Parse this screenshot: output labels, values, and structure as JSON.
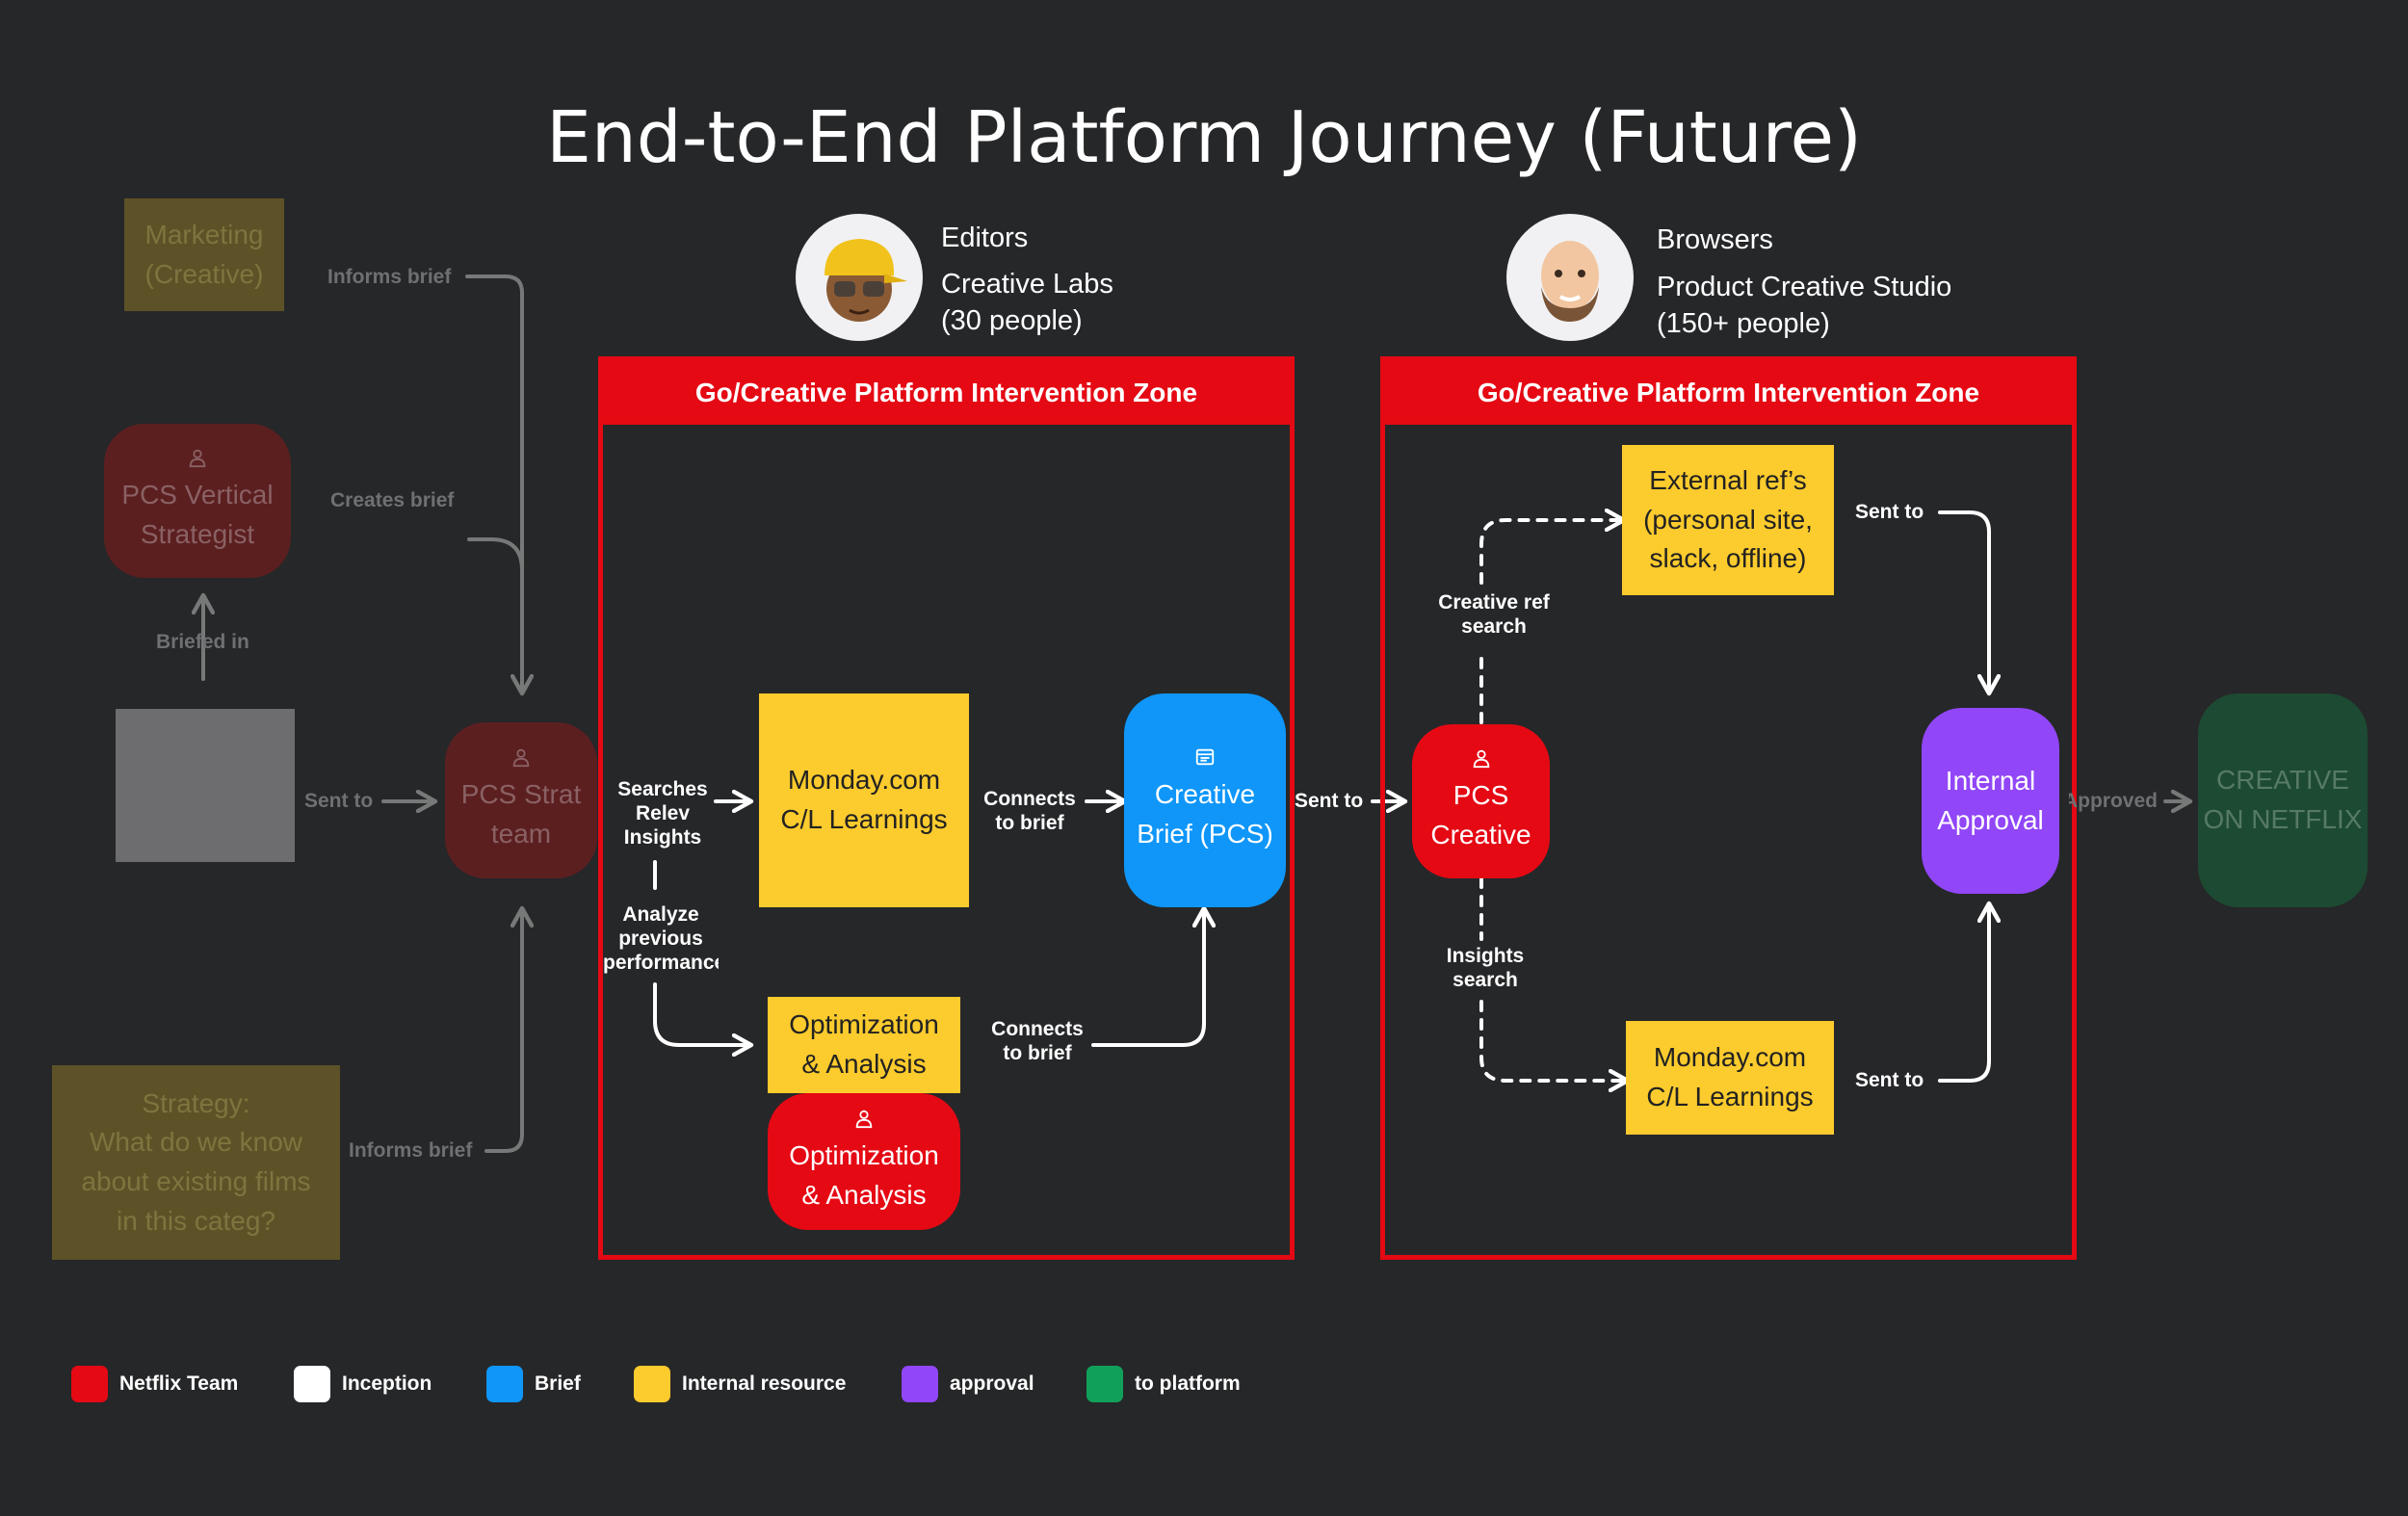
{
  "title": "End-to-End Platform Journey (Future)",
  "groups": {
    "editors": {
      "role": "Editors",
      "team": "Creative Labs",
      "size": "(30 people)"
    },
    "browsers": {
      "role": "Browsers",
      "team": "Product Creative Studio",
      "size": "(150+ people)"
    }
  },
  "zones": {
    "left": "Go/Creative Platform Intervention Zone",
    "right": "Go/Creative Platform Intervention Zone"
  },
  "nodes": {
    "marketing": {
      "line1": "Marketing",
      "line2": "(Creative)"
    },
    "vertical_strategist": {
      "line1": "PCS Vertical",
      "line2": "Strategist"
    },
    "strat_team": {
      "line1": "PCS Strat",
      "line2": "team"
    },
    "strategy": {
      "line1": "Strategy:",
      "line2": "What do we know",
      "line3": "about existing films",
      "line4": "in this categ?"
    },
    "monday_left": {
      "line1": "Monday.com",
      "line2": "C/L Learnings"
    },
    "creative_brief": {
      "line1": "Creative",
      "line2": "Brief (PCS)"
    },
    "optimization_resource": {
      "line1": "Optimization",
      "line2": "& Analysis"
    },
    "optimization_team": {
      "line1": "Optimization",
      "line2": "& Analysis"
    },
    "pcs_creative": {
      "line1": "PCS",
      "line2": "Creative"
    },
    "external_refs": {
      "line1": "External ref’s",
      "line2": "(personal site,",
      "line3": "slack, offline)"
    },
    "monday_right": {
      "line1": "Monday.com",
      "line2": "C/L Learnings"
    },
    "internal_approval": {
      "line1": "Internal",
      "line2": "Approval"
    },
    "creative_on_netflix": {
      "line1": "CREATIVE",
      "line2": "ON NETFLIX"
    }
  },
  "edge_labels": {
    "informs_brief_top": "Informs brief",
    "creates_brief": "Creates brief",
    "briefed_in": "Briefed in",
    "sent_to_left": "Sent to",
    "informs_brief_bottom": "Informs brief",
    "searches_1": "Searches",
    "searches_2": "Relev",
    "searches_3": "Insights",
    "analyze_1": "Analyze",
    "analyze_2": "previous",
    "analyze_3": "performance",
    "connects_top_1": "Connects",
    "connects_top_2": "to brief",
    "connects_bottom_1": "Connects",
    "connects_bottom_2": "to brief",
    "sent_to_mid": "Sent to",
    "creative_ref_1": "Creative ref",
    "creative_ref_2": "search",
    "insights_search_1": "Insights",
    "insights_search_2": "search",
    "sent_to_top_right": "Sent to",
    "sent_to_bottom_right": "Sent to",
    "approved": "Approved"
  },
  "legend": [
    {
      "label": "Netflix Team",
      "color": "#e50914"
    },
    {
      "label": "Inception",
      "color": "#ffffff"
    },
    {
      "label": "Brief",
      "color": "#0f96f8"
    },
    {
      "label": "Internal resource",
      "color": "#fccb2d"
    },
    {
      "label": "approval",
      "color": "#9146f8"
    },
    {
      "label": "to platform",
      "color": "#11a05a"
    }
  ],
  "colors": {
    "netflix_red": "#e50914",
    "brief_blue": "#0f96f8",
    "resource_yellow": "#fccb2d",
    "approval_purple": "#9146f8",
    "platform_green": "#11a05a",
    "background": "#262729"
  }
}
